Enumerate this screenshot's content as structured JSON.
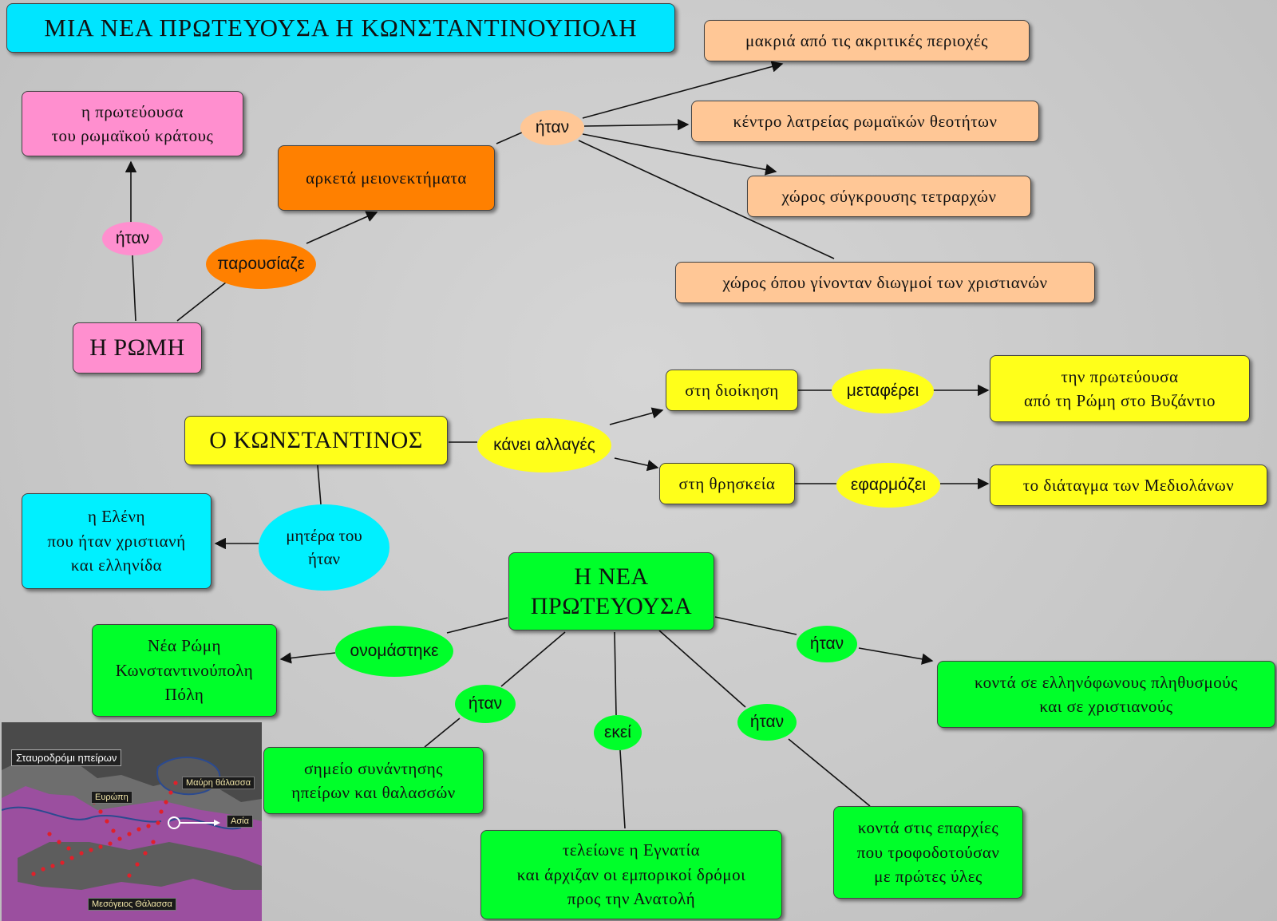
{
  "title": "ΜΙΑ ΝΕΑ ΠΡΩΤΕΥΟΥΣΑ Η ΚΩΝΣΤΑΝΤΙΝΟΥΠΟΛΗ",
  "rome": {
    "label": "Η ΡΩΜΗ",
    "was_link": "ήταν",
    "capital": "η πρωτεύουσα\nτου ρωμαϊκού κράτους",
    "presented_link": "παρουσίαζε",
    "disadvantages": "αρκετά μειονεκτήματα",
    "were_link": "ήταν",
    "reasons": [
      "μακριά από τις ακριτικές περιοχές",
      "κέντρο λατρείας ρωμαϊκών θεοτήτων",
      "χώρος σύγκρουσης τετραρχών",
      "χώρος όπου γίνονταν διωγμοί των χριστιανών"
    ]
  },
  "constantine": {
    "label": "Ο ΚΩΝΣΤΑΝΤΙΝΟΣ",
    "changes_link": "κάνει αλλαγές",
    "admin": "στη διοίκηση",
    "moves_link": "μεταφέρει",
    "moves_target": "την πρωτεύουσα\nαπό τη Ρώμη στο Βυζάντιο",
    "religion": "στη θρησκεία",
    "applies_link": "εφαρμόζει",
    "applies_target": "το διάταγμα των Μεδιολάνων",
    "mother_link": "μητέρα του\nήταν",
    "helen": "η Ελένη\nπου ήταν χριστιανή\nκαι ελληνίδα"
  },
  "new_capital": {
    "label": "Η ΝΕΑ\nΠΡΩΤΕΥΟΥΣΑ",
    "named_link": "ονομάστηκε",
    "names": "Νέα Ρώμη\nΚωνσταντινούπολη\nΠόλη",
    "was_link_1": "ήταν",
    "meeting_point": "σημείο συνάντησης\nηπείρων και θαλασσών",
    "there_link": "εκεί",
    "egnatia": "τελείωνε η Εγνατία\nκαι άρχιζαν οι εμπορικοί δρόμοι\nπρος την Ανατολή",
    "was_link_2": "ήταν",
    "provinces": "κοντά στις επαρχίες\nπου τροφοδοτούσαν\nμε πρώτες ύλες",
    "was_link_3": "ήταν",
    "population": "κοντά σε ελληνόφωνους πληθυσμούς\nκαι σε χριστιανούς"
  },
  "map": {
    "title": "Σταυροδρόμι ηπείρων",
    "europe": "Ευρώπη",
    "black_sea": "Μαύρη θάλασσα",
    "asia": "Ασία",
    "mediterranean": "Μεσόγειος Θάλασσα"
  }
}
